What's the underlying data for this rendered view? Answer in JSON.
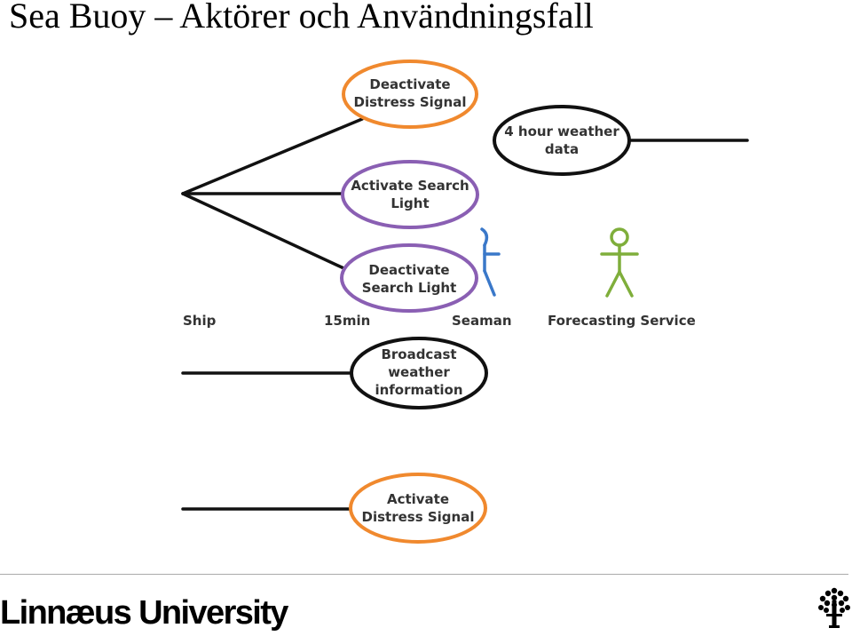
{
  "slide": {
    "title": "Sea Buoy – Aktörer och Användningsfall"
  },
  "diagram": {
    "use_cases": [
      {
        "id": "deactivate-distress",
        "lines": [
          "Deactivate",
          "Distress Signal"
        ],
        "color": "#f0892e"
      },
      {
        "id": "activate-search-light",
        "lines": [
          "Activate Search",
          "Light"
        ],
        "color": "#8a5fb3"
      },
      {
        "id": "deactivate-search-light",
        "lines": [
          "Deactivate",
          "Search Light"
        ],
        "color": "#8a5fb3"
      },
      {
        "id": "weather-data",
        "lines": [
          "4 hour weather",
          "data"
        ],
        "color": "#111111"
      },
      {
        "id": "broadcast-weather",
        "lines": [
          "Broadcast",
          "weather",
          "information"
        ],
        "color": "#111111"
      },
      {
        "id": "activate-distress",
        "lines": [
          "Activate",
          "Distress Signal"
        ],
        "color": "#f0892e"
      }
    ],
    "actors": [
      {
        "id": "ship",
        "label": "Ship"
      },
      {
        "id": "15min",
        "label": "15min"
      },
      {
        "id": "seaman",
        "label": "Seaman",
        "color": "#3a78c9"
      },
      {
        "id": "forecasting",
        "label": "Forecasting Service",
        "color": "#7fae3b"
      }
    ]
  },
  "footer": {
    "brand": "Linnæus University",
    "logo_icon": "tree-icon"
  }
}
